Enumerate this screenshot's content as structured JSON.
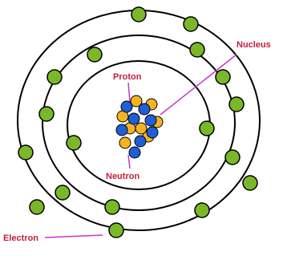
{
  "labels": {
    "nucleus": "Nucleus",
    "proton": "Proton",
    "neutron": "Neutron",
    "electron": "Electron"
  },
  "colors": {
    "label_text": "#c41e3a",
    "pointer_line": "#cc33cc",
    "shell_stroke": "#000000",
    "electron_fill": "#7ab82a",
    "proton_fill": "#1f5fd6",
    "neutron_fill": "#f5b324"
  },
  "electron_count_by_shell": {
    "inner": 2,
    "middle": 8,
    "outer": 8
  }
}
